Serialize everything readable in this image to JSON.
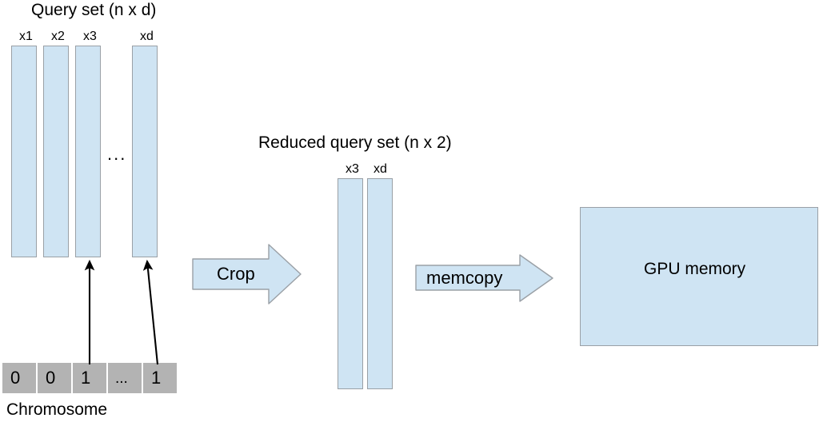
{
  "diagram": {
    "title_query_set": "Query set (n x d)",
    "title_reduced": "Reduced query set (n x 2)",
    "chromosome_label": "Chromosome",
    "ellipsis": "...",
    "colors": {
      "block_fill": "#cfe4f3",
      "block_stroke": "#9aa0a6",
      "chromosome_fill": "#b3b3b3",
      "background": "#ffffff",
      "text": "#000000"
    },
    "query_set": {
      "columns": [
        {
          "label": "x1"
        },
        {
          "label": "x2"
        },
        {
          "label": "x3"
        },
        {
          "label": "xd"
        }
      ]
    },
    "reduced_query_set": {
      "columns": [
        {
          "label": "x3"
        },
        {
          "label": "xd"
        }
      ]
    },
    "chromosome": {
      "cells": [
        {
          "value": "0"
        },
        {
          "value": "0"
        },
        {
          "value": "1"
        },
        {
          "value": "..."
        },
        {
          "value": "1"
        }
      ]
    },
    "arrows": {
      "crop_label": "Crop",
      "memcopy_label": "memcopy"
    },
    "gpu": {
      "label": "GPU memory"
    }
  }
}
